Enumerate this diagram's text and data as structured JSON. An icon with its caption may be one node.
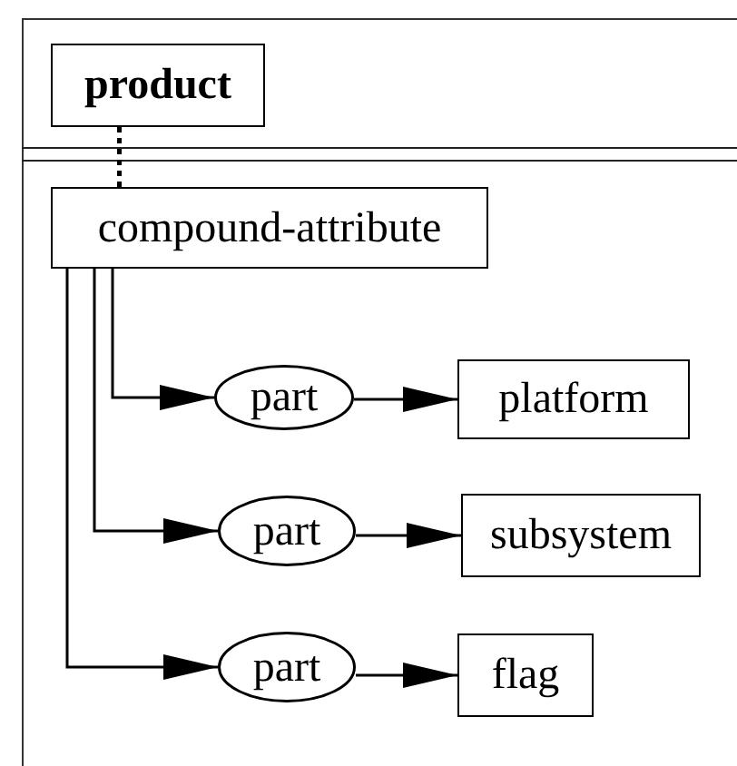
{
  "diagram": {
    "nodes": [
      {
        "text": [
          "product"
        ]
      },
      {
        "text": [
          "compound-attribute"
        ]
      },
      {
        "text": [
          "part"
        ]
      },
      {
        "text": [
          "platform"
        ]
      },
      {
        "text": [
          "part"
        ]
      },
      {
        "text": [
          "subsystem"
        ]
      },
      {
        "text": [
          "part"
        ]
      },
      {
        "text": [
          "flag"
        ]
      }
    ],
    "edges": [
      {
        "from": 0,
        "to": 1,
        "arrow": "none",
        "style": "dashed"
      },
      {
        "from": 1,
        "to": 2,
        "arrow": "to"
      },
      {
        "from": 2,
        "to": 3,
        "arrow": "to"
      },
      {
        "from": 1,
        "to": 4,
        "arrow": "to"
      },
      {
        "from": 4,
        "to": 5,
        "arrow": "to"
      },
      {
        "from": 1,
        "to": 6,
        "arrow": "to"
      },
      {
        "from": 6,
        "to": 7,
        "arrow": "to"
      }
    ]
  }
}
